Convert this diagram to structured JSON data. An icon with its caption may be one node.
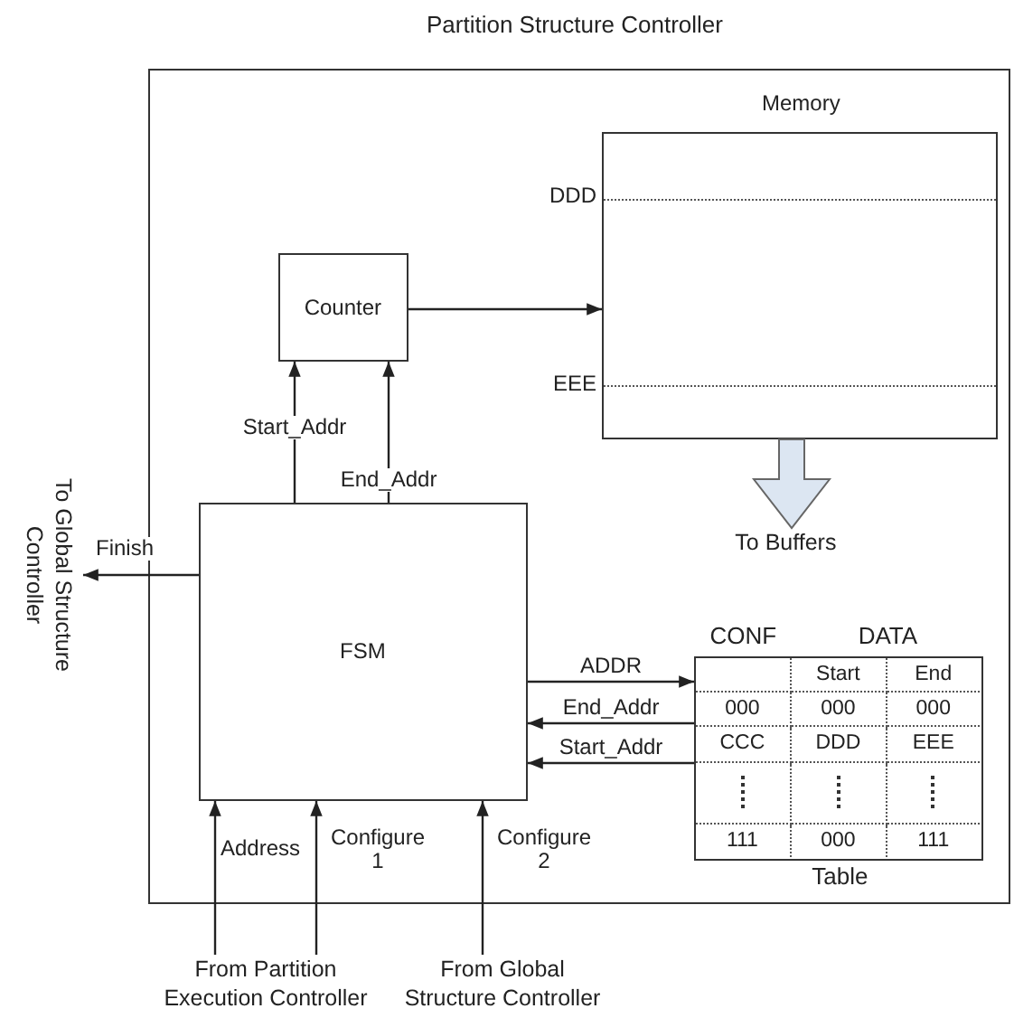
{
  "diagram": {
    "nodes": [
      {
        "text": [
          "Partition Structure Controller"
        ]
      },
      {
        "text": [
          "Memory"
        ],
        "in": 0
      },
      {
        "text": [
          "Counter"
        ],
        "in": 0
      },
      {
        "text": [
          "FSM"
        ],
        "in": 0
      },
      {
        "text": [
          "CONF",
          "DATA"
        ],
        "beside": [
          "Table"
        ],
        "in": 0
      },
      {
        "text": [
          "To Buffers"
        ],
        "in": 0
      },
      {
        "text": [
          "To Global Structure Controller"
        ]
      },
      {
        "text": [
          "From Partition Execution Controller"
        ]
      },
      {
        "text": [
          "From Global Structure Controller"
        ]
      }
    ],
    "edges": [
      {
        "from": 2,
        "to": 1,
        "arrow": "to"
      },
      {
        "from": 3,
        "to": 2,
        "label": "Start_Addr",
        "arrow": "to"
      },
      {
        "from": 3,
        "to": 2,
        "label": "End_Addr",
        "arrow": "to"
      },
      {
        "from": 3,
        "to": 6,
        "label": "Finish",
        "arrow": "to"
      },
      {
        "from": 1,
        "to": 5,
        "arrow": "to",
        "style": "thick",
        "color": "#dce6f2"
      },
      {
        "from": 3,
        "to": 4,
        "label": "ADDR",
        "arrow": "to"
      },
      {
        "from": 4,
        "to": 3,
        "label": "End_Addr",
        "arrow": "to"
      },
      {
        "from": 4,
        "to": 3,
        "label": "Start_Addr",
        "arrow": "to"
      },
      {
        "from": 7,
        "to": 3,
        "label": "Address",
        "arrow": "to"
      },
      {
        "from": 7,
        "to": 3,
        "label": "Configure 1",
        "arrow": "to"
      },
      {
        "from": 8,
        "to": 3,
        "label": "Configure 2",
        "arrow": "to"
      }
    ],
    "labels": [
      "DDD",
      "EEE",
      "Start",
      "End",
      "000",
      "000",
      "000",
      "CCC",
      "DDD",
      "EEE",
      "111",
      "000",
      "111"
    ]
  }
}
